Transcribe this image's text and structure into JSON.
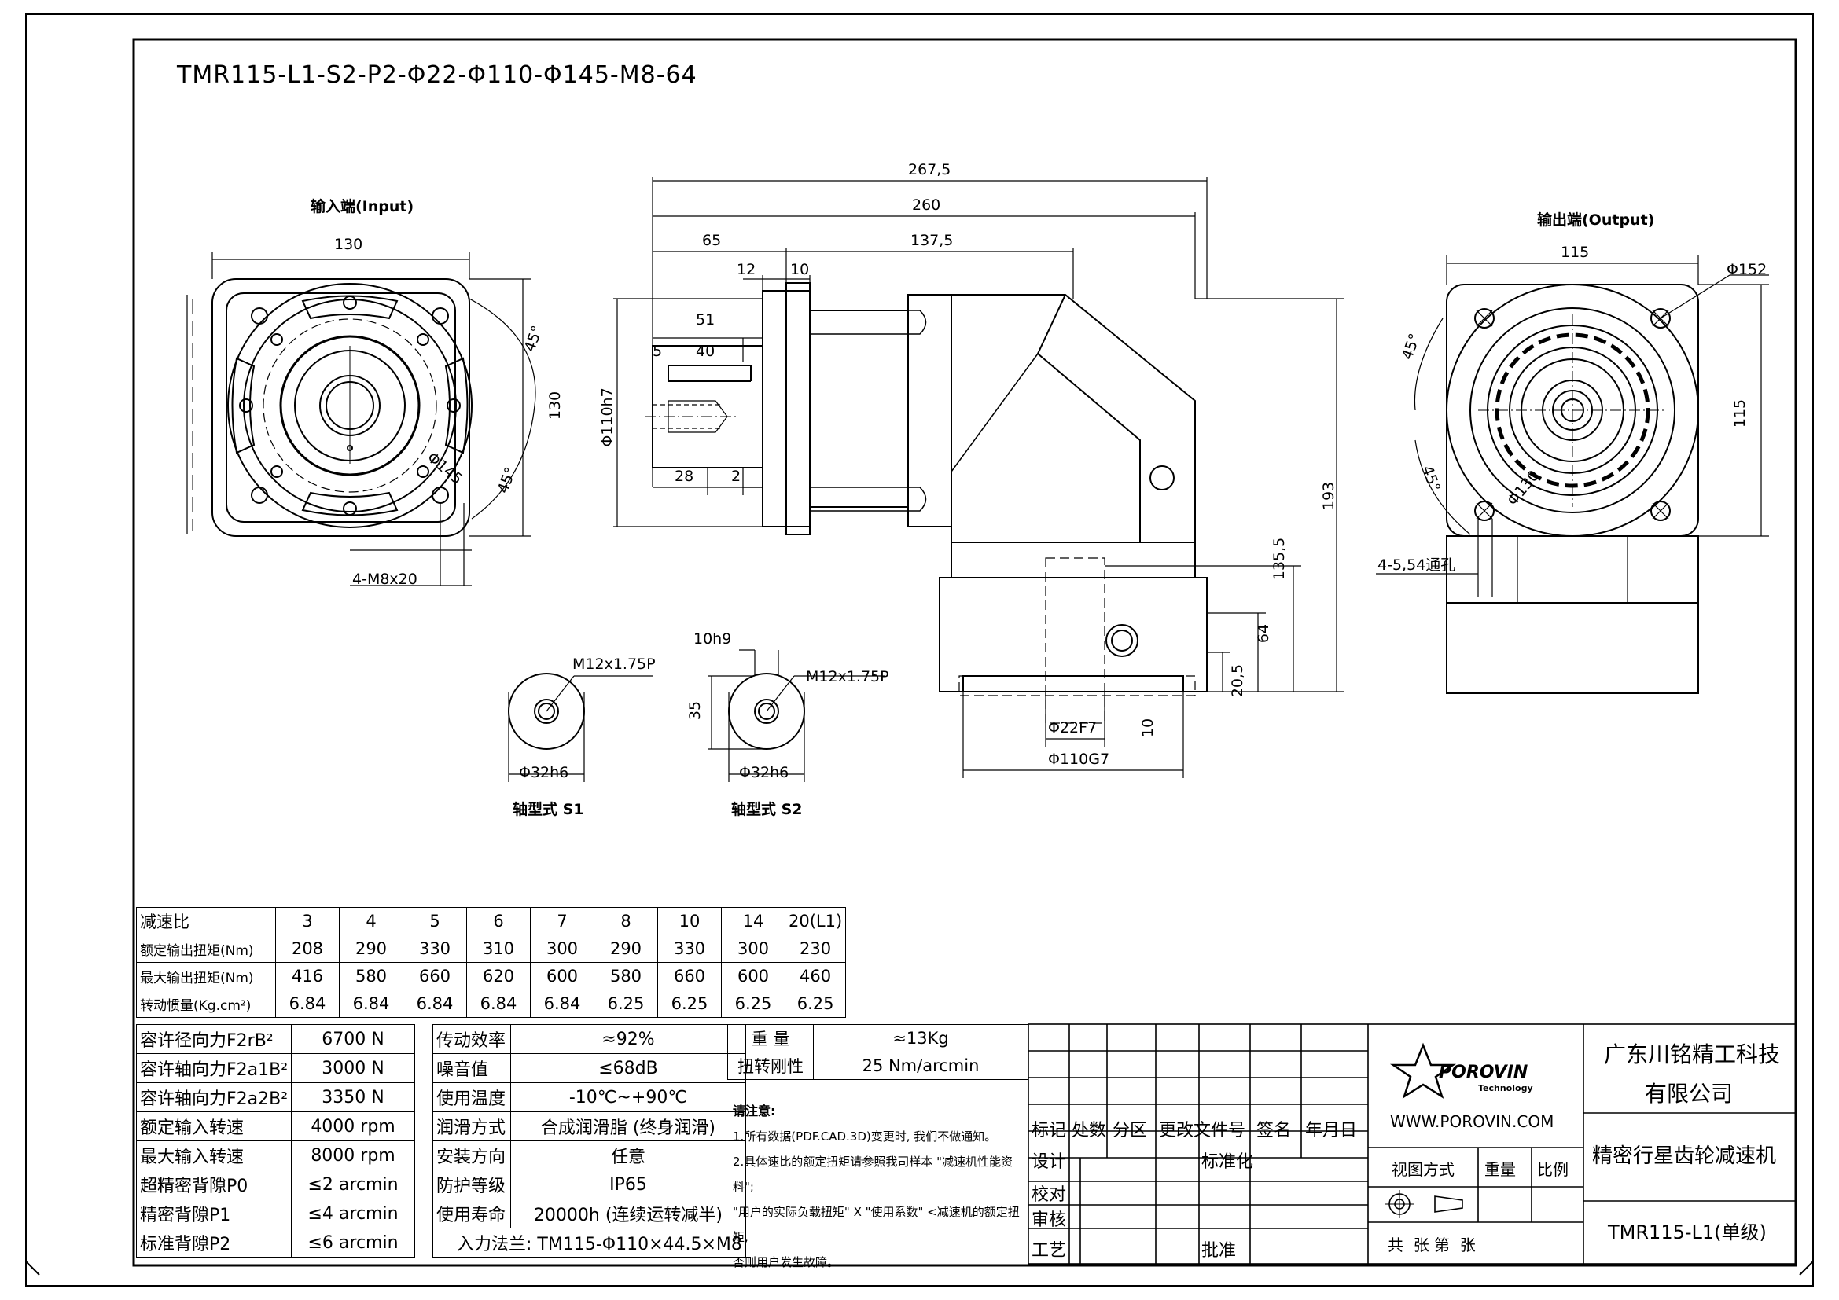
{
  "drawing": {
    "model_code": "TMR115-L1-S2-P2-Φ22-Φ110-Φ145-M8-64",
    "input_label": "输入端(Input)",
    "output_label": "输出端(Output)",
    "shaft_s1_label": "轴型式 S1",
    "shaft_s2_label": "轴型式 S2"
  },
  "dimensions": {
    "input": [
      "130",
      "130",
      "45°",
      "45°",
      "Φ145",
      "4-M8x20"
    ],
    "side": [
      "267,5",
      "260",
      "65",
      "137,5",
      "12",
      "10",
      "51",
      "5",
      "40",
      "Φ110h7",
      "28",
      "2",
      "193",
      "135,5",
      "64",
      "20,5",
      "10",
      "Φ22F7",
      "Φ110G7"
    ],
    "output": [
      "115",
      "Φ152",
      "45°",
      "115",
      "45°",
      "Φ130",
      "4-5,54通孔"
    ],
    "shaft": [
      "M12x1.75P",
      "Φ32h6",
      "10h9",
      "35",
      "M12x1.75P",
      "Φ32h6"
    ]
  },
  "ratio_table": {
    "header": [
      "减速比",
      "3",
      "4",
      "5",
      "6",
      "7",
      "8",
      "10",
      "14",
      "20(L1)"
    ],
    "rows": [
      [
        "额定输出扭矩(Nm)",
        "208",
        "290",
        "330",
        "310",
        "300",
        "290",
        "330",
        "300",
        "230"
      ],
      [
        "最大输出扭矩(Nm)",
        "416",
        "580",
        "660",
        "620",
        "600",
        "580",
        "660",
        "600",
        "460"
      ],
      [
        "转动惯量(Kg.cm²)",
        "6.84",
        "6.84",
        "6.84",
        "6.84",
        "6.84",
        "6.25",
        "6.25",
        "6.25",
        "6.25"
      ]
    ]
  },
  "spec_left": [
    [
      "容许径向力F2rB²",
      "6700 N"
    ],
    [
      "容许轴向力F2a1B²",
      "3000 N"
    ],
    [
      "容许轴向力F2a2B²",
      "3350 N"
    ],
    [
      "额定输入转速",
      "4000 rpm"
    ],
    [
      "最大输入转速",
      "8000 rpm"
    ],
    [
      "超精密背隙P0",
      "≤2 arcmin"
    ],
    [
      "精密背隙P1",
      "≤4 arcmin"
    ],
    [
      "标准背隙P2",
      "≤6 arcmin"
    ]
  ],
  "spec_mid": [
    [
      "传动效率",
      "≈92%"
    ],
    [
      "噪音值",
      "≤68dB"
    ],
    [
      "使用温度",
      "-10℃~+90℃"
    ],
    [
      "润滑方式",
      "合成润滑脂 (终身润滑)"
    ],
    [
      "安装方向",
      "任意"
    ],
    [
      "防护等级",
      "IP65"
    ],
    [
      "使用寿命",
      "20000h (连续运转减半)"
    ]
  ],
  "flange_note": "入力法兰: TM115-Φ110×44.5×M8",
  "spec_right": [
    [
      "重 量",
      "≈13Kg"
    ],
    [
      "扭转刚性",
      "25 Nm/arcmin"
    ]
  ],
  "notes": {
    "title": "请注意:",
    "lines": [
      "1.所有数据(PDF.CAD.3D)变更时, 我们不做通知。",
      "2.具体速比的额定扭矩请参照我司样本 \"减速机性能资料\";",
      "\"用户的实际负载扭矩\" X \"使用系数\" <减速机的额定扭矩,",
      "否则用户发生故障。"
    ]
  },
  "title_block": {
    "rev_headers": [
      "标记",
      "处数",
      "分区",
      "更改文件号",
      "签名",
      "年月日"
    ],
    "design": "设计",
    "standard": "标准化",
    "check": "校对",
    "review": "审核",
    "process": "工艺",
    "approve": "批准",
    "logo_text": "POROVIN",
    "logo_sub": "Technology",
    "website": "WWW.POROVIN.COM",
    "view_method": "视图方式",
    "weight": "重量",
    "scale": "比例",
    "sheets": "共  张 第  张",
    "company_line1": "广东川铭精工科技",
    "company_line2": "有限公司",
    "product_name": "精密行星齿轮减速机",
    "drawing_no": "TMR115-L1(单级)"
  }
}
